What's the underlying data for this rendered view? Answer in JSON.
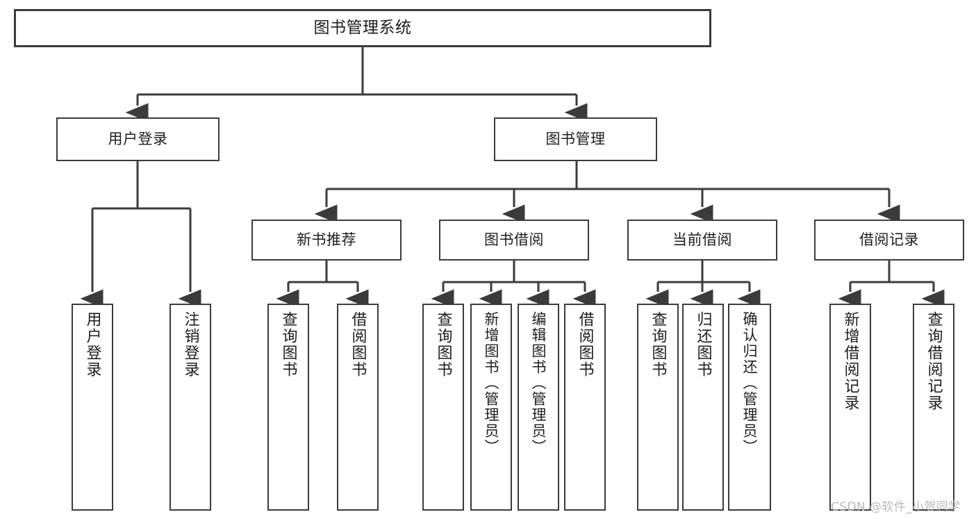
{
  "diagram": {
    "title": "图书管理系统",
    "type": "function-structure-tree",
    "colors": {
      "background": "#ffffff",
      "stroke": "#3b3b3b",
      "text": "#1d1d1d",
      "watermark": "#b9b9b9"
    }
  },
  "watermark": {
    "text": "CSDN @软件_小贺同学"
  },
  "nodes": {
    "root": {
      "label": "图书管理系统"
    },
    "level2": [
      {
        "label": "用户登录"
      },
      {
        "label": "图书管理"
      }
    ],
    "level3": [
      {
        "label": "新书推荐"
      },
      {
        "label": "图书借阅"
      },
      {
        "label": "当前借阅"
      },
      {
        "label": "借阅记录"
      }
    ],
    "leaves": {
      "user_login": [
        {
          "label": "用户登录"
        },
        {
          "label": "注销登录"
        }
      ],
      "new_book": [
        {
          "label": "查询图书"
        },
        {
          "label": "借阅图书"
        }
      ],
      "book_borrow": [
        {
          "label": "查询图书"
        },
        {
          "label": "新增图书（管理员）"
        },
        {
          "label": "编辑图书（管理员）"
        },
        {
          "label": "借阅图书"
        }
      ],
      "current_borrow": [
        {
          "label": "查询图书"
        },
        {
          "label": "归还图书"
        },
        {
          "label": "确认归还（管理员）"
        }
      ],
      "borrow_record": [
        {
          "label": "新增借阅记录"
        },
        {
          "label": "查询借阅记录"
        }
      ]
    }
  }
}
